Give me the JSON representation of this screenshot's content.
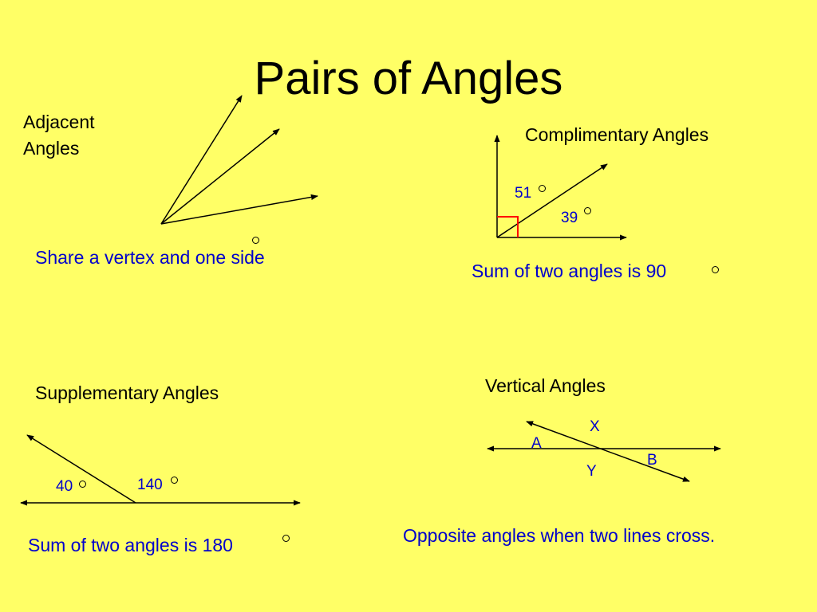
{
  "title": "Pairs of Angles",
  "adjacent": {
    "heading_line1": "Adjacent",
    "heading_line2": "Angles",
    "description": "Share a vertex and one side"
  },
  "complementary": {
    "heading": "Complimentary Angles",
    "angle_a": "51",
    "angle_b": "39",
    "description": "Sum of two angles is 90"
  },
  "supplementary": {
    "heading": "Supplementary Angles",
    "angle_a": "40",
    "angle_b": "140",
    "description": "Sum of two angles is 180"
  },
  "vertical": {
    "heading": "Vertical Angles",
    "label_x": "X",
    "label_a": "A",
    "label_b": "B",
    "label_y": "Y",
    "description": "Opposite angles when two lines cross."
  },
  "colors": {
    "background": "#ffff66",
    "text_blue": "#0000cc",
    "right_angle_marker": "#ff0000",
    "lines": "#000000"
  },
  "icons": [
    "degree-symbol-icon",
    "arrowhead-icon",
    "right-angle-marker-icon"
  ]
}
